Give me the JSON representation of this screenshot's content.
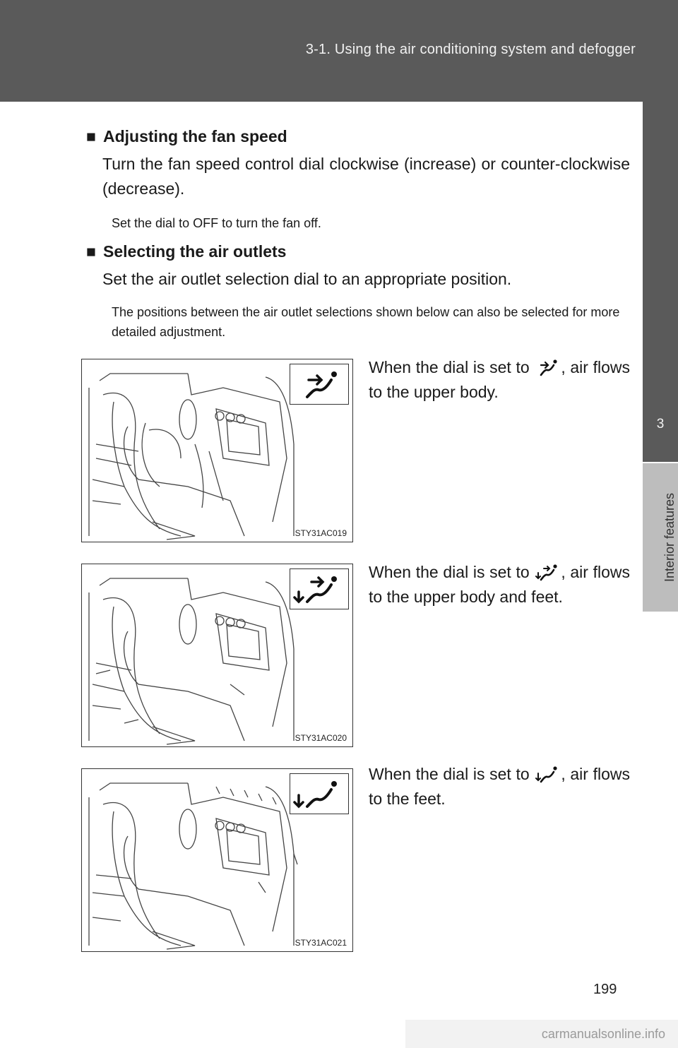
{
  "header": {
    "title": "3-1. Using the air conditioning system and defogger"
  },
  "side_tab": {
    "number": "3",
    "label": "Interior features"
  },
  "sections": [
    {
      "bullet": "■",
      "heading": "Adjusting the fan speed",
      "body": "Turn the fan speed control dial clockwise (increase) or counter-clockwise (decrease).",
      "note": "Set the dial to OFF to turn the fan off."
    },
    {
      "bullet": "■",
      "heading": "Selecting the air outlets",
      "body": "Set the air outlet selection dial to an appropriate position.",
      "note": "The positions between the air outlet selections shown below can also be selected for more detailed adjustment."
    }
  ],
  "modes": [
    {
      "icon": "face-vent-icon",
      "code": "STY31AC019",
      "desc_before": "When the dial is set to",
      "desc_after": ", air flows to the upper body."
    },
    {
      "icon": "face-feet-vent-icon",
      "code": "STY31AC020",
      "desc_before": "When the dial is set to",
      "desc_after": ", air flows to the upper body and feet."
    },
    {
      "icon": "feet-vent-icon",
      "code": "STY31AC021",
      "desc_before": "When the dial is set to",
      "desc_after": ", air flows to the feet."
    }
  ],
  "page_number": "199",
  "watermark": "carmanualsonline.info"
}
